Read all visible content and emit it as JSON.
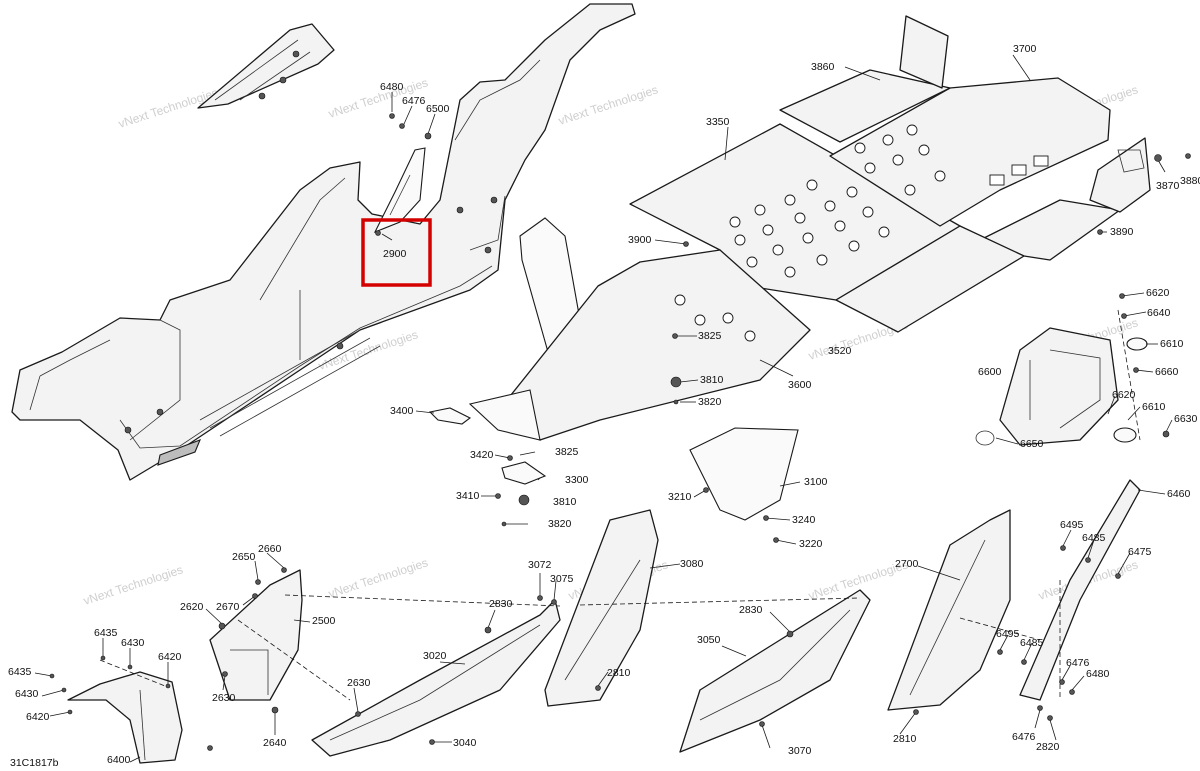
{
  "drawing_code": "31C1817b",
  "watermark": {
    "line1": "vNext Technologies",
    "line2": "vNext",
    "line3": "Technologies"
  },
  "highlight_label": "2900",
  "callouts": [
    {
      "id": "c6480",
      "label": "6480"
    },
    {
      "id": "c6476a",
      "label": "6476"
    },
    {
      "id": "c6500",
      "label": "6500"
    },
    {
      "id": "c2900",
      "label": "2900"
    },
    {
      "id": "c3350",
      "label": "3350"
    },
    {
      "id": "c3860",
      "label": "3860"
    },
    {
      "id": "c3700",
      "label": "3700"
    },
    {
      "id": "c3870",
      "label": "3870"
    },
    {
      "id": "c3880",
      "label": "3880"
    },
    {
      "id": "c3890",
      "label": "3890"
    },
    {
      "id": "c3900",
      "label": "3900"
    },
    {
      "id": "c3825a",
      "label": "3825"
    },
    {
      "id": "c3520",
      "label": "3520"
    },
    {
      "id": "c3600",
      "label": "3600"
    },
    {
      "id": "c3810a",
      "label": "3810"
    },
    {
      "id": "c3820a",
      "label": "3820"
    },
    {
      "id": "c3400",
      "label": "3400"
    },
    {
      "id": "c3420",
      "label": "3420"
    },
    {
      "id": "c3825b",
      "label": "3825"
    },
    {
      "id": "c3300",
      "label": "3300"
    },
    {
      "id": "c3410",
      "label": "3410"
    },
    {
      "id": "c3810b",
      "label": "3810"
    },
    {
      "id": "c3820b",
      "label": "3820"
    },
    {
      "id": "c3210",
      "label": "3210"
    },
    {
      "id": "c3100",
      "label": "3100"
    },
    {
      "id": "c3240",
      "label": "3240"
    },
    {
      "id": "c3220",
      "label": "3220"
    },
    {
      "id": "c6620a",
      "label": "6620"
    },
    {
      "id": "c6640",
      "label": "6640"
    },
    {
      "id": "c6610a",
      "label": "6610"
    },
    {
      "id": "c6600",
      "label": "6600"
    },
    {
      "id": "c6660",
      "label": "6660"
    },
    {
      "id": "c6620b",
      "label": "6620"
    },
    {
      "id": "c6610b",
      "label": "6610"
    },
    {
      "id": "c6630",
      "label": "6630"
    },
    {
      "id": "c6650",
      "label": "6650"
    },
    {
      "id": "c6460",
      "label": "6460"
    },
    {
      "id": "c6495a",
      "label": "6495"
    },
    {
      "id": "c6485a",
      "label": "6485"
    },
    {
      "id": "c6475",
      "label": "6475"
    },
    {
      "id": "c2700",
      "label": "2700"
    },
    {
      "id": "c6495b",
      "label": "6495"
    },
    {
      "id": "c6485b",
      "label": "6485"
    },
    {
      "id": "c6476b",
      "label": "6476"
    },
    {
      "id": "c6480b",
      "label": "6480"
    },
    {
      "id": "c6476c",
      "label": "6476"
    },
    {
      "id": "c2820",
      "label": "2820"
    },
    {
      "id": "c2810a",
      "label": "2810"
    },
    {
      "id": "c3070",
      "label": "3070"
    },
    {
      "id": "c3050",
      "label": "3050"
    },
    {
      "id": "c2830a",
      "label": "2830"
    },
    {
      "id": "c3080",
      "label": "3080"
    },
    {
      "id": "c3072",
      "label": "3072"
    },
    {
      "id": "c3075",
      "label": "3075"
    },
    {
      "id": "c2830b",
      "label": "2830"
    },
    {
      "id": "c3020",
      "label": "3020"
    },
    {
      "id": "c2810b",
      "label": "2810"
    },
    {
      "id": "c3040",
      "label": "3040"
    },
    {
      "id": "c2630a",
      "label": "2630"
    },
    {
      "id": "c2640",
      "label": "2640"
    },
    {
      "id": "c2630b",
      "label": "2630"
    },
    {
      "id": "c2650",
      "label": "2650"
    },
    {
      "id": "c2660",
      "label": "2660"
    },
    {
      "id": "c2620",
      "label": "2620"
    },
    {
      "id": "c2670",
      "label": "2670"
    },
    {
      "id": "c2500",
      "label": "2500"
    },
    {
      "id": "c6435a",
      "label": "6435"
    },
    {
      "id": "c6430a",
      "label": "6430"
    },
    {
      "id": "c6420a",
      "label": "6420"
    },
    {
      "id": "c6435b",
      "label": "6435"
    },
    {
      "id": "c6430b",
      "label": "6430"
    },
    {
      "id": "c6420b",
      "label": "6420"
    },
    {
      "id": "c6400",
      "label": "6400"
    }
  ]
}
